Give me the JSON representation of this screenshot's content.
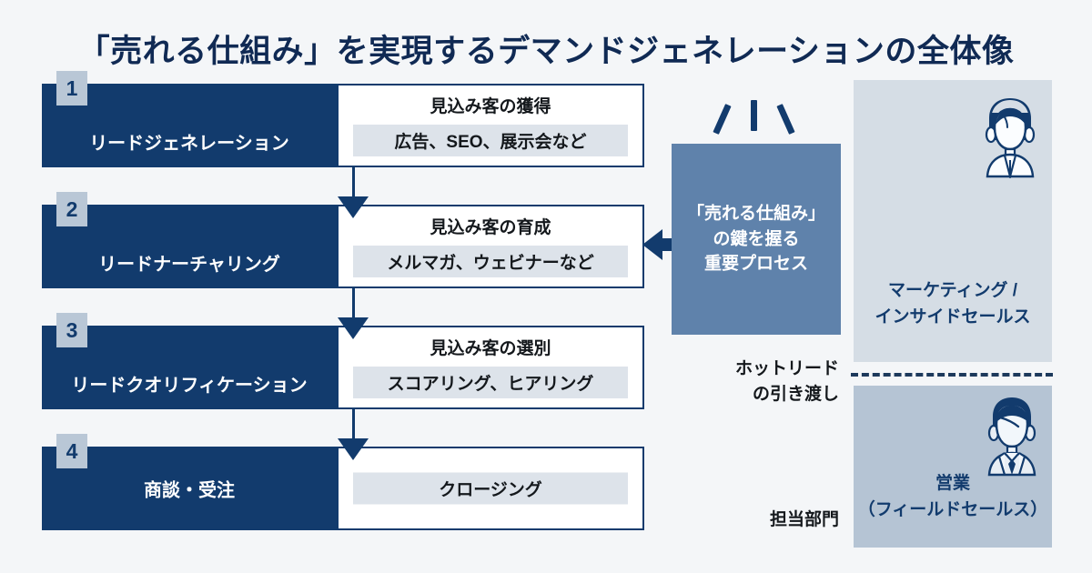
{
  "title": "「売れる仕組み」を実現するデマンドジェネレーションの全体像",
  "flow": {
    "rows": [
      {
        "number": "1",
        "stage": "リードジェネレーション",
        "card_head": "見込み客の獲得",
        "card_sub": "広告、SEO、展示会など"
      },
      {
        "number": "2",
        "stage": "リードナーチャリング",
        "card_head": "見込み客の育成",
        "card_sub": "メルマガ、ウェビナーなど"
      },
      {
        "number": "3",
        "stage": "リードクオリフィケーション",
        "card_head": "見込み客の選別",
        "card_sub": "スコアリング、ヒアリング"
      },
      {
        "number": "4",
        "stage": "商談・受注",
        "card_head": "",
        "card_sub": "クロージング"
      }
    ]
  },
  "callout": {
    "line1": "「売れる仕組み」",
    "line2": "の鍵を握る",
    "line3": "重要プロセス"
  },
  "departments": {
    "marketing": {
      "line1": "マーケティング /",
      "line2": "インサイドセールス",
      "avatar": "female-avatar-icon"
    },
    "sales": {
      "line1": "営業",
      "line2": "（フィールドセールス）",
      "avatar": "male-avatar-icon"
    }
  },
  "notes": {
    "handoff_line1": "ホットリード",
    "handoff_line2": "の引き渡し",
    "dept_label": "担当部門"
  },
  "colors": {
    "navy": "#123b6d",
    "callout_blue": "#5f82ab",
    "badge": "#b9c7d6",
    "sub_highlight": "#dde3ea",
    "dept_marketing": "#d5dde5",
    "dept_sales": "#b5c4d4",
    "background": "#f4f6f8"
  }
}
